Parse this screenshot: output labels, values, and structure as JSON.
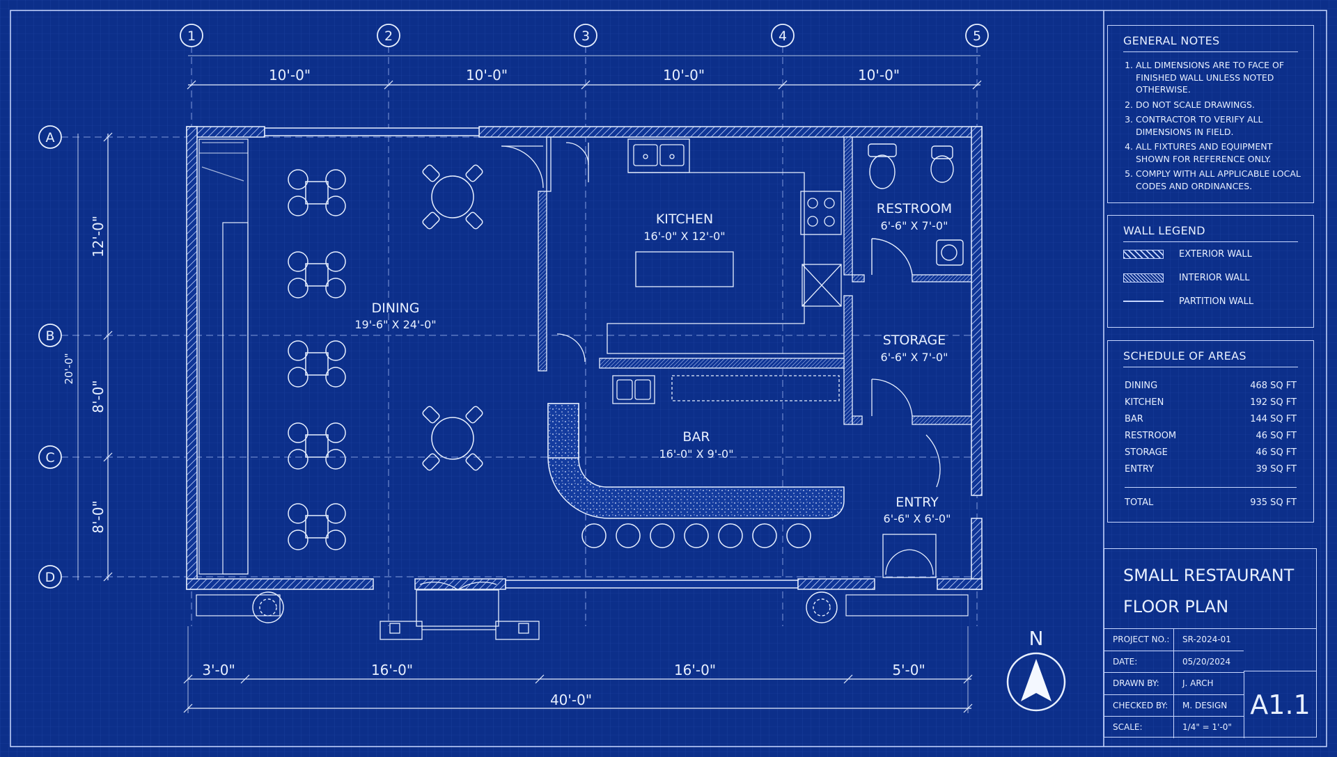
{
  "grid": {
    "columns": [
      "1",
      "2",
      "3",
      "4",
      "5"
    ],
    "rows": [
      "A",
      "B",
      "C",
      "D"
    ],
    "top_dims": [
      "10'-0\"",
      "10'-0\"",
      "10'-0\"",
      "10'-0\""
    ],
    "left_dims": [
      "12'-0\"",
      "8'-0\"",
      "8'-0\""
    ],
    "left_overall": "20'-0\"",
    "bottom_dims": [
      "3'-0\"",
      "16'-0\"",
      "16'-0\"",
      "5'-0\""
    ],
    "bottom_overall": "40'-0\""
  },
  "rooms": [
    {
      "name": "DINING",
      "size": "19'-6\" X 24'-0\""
    },
    {
      "name": "KITCHEN",
      "size": "16'-0\" X 12'-0\""
    },
    {
      "name": "RESTROOM",
      "size": "6'-6\" X 7'-0\""
    },
    {
      "name": "STORAGE",
      "size": "6'-6\" X 7'-0\""
    },
    {
      "name": "BAR",
      "size": "16'-0\" X 9'-0\""
    },
    {
      "name": "ENTRY",
      "size": "6'-6\" X 6'-0\""
    }
  ],
  "north_label": "N",
  "general_notes": {
    "title": "GENERAL NOTES",
    "items": [
      "ALL DIMENSIONS ARE TO FACE OF FINISHED WALL UNLESS NOTED OTHERWISE.",
      "DO NOT SCALE DRAWINGS.",
      "CONTRACTOR TO VERIFY ALL DIMENSIONS IN FIELD.",
      "ALL FIXTURES AND EQUIPMENT SHOWN FOR REFERENCE ONLY.",
      "COMPLY WITH ALL APPLICABLE LOCAL CODES AND ORDINANCES."
    ]
  },
  "wall_legend": {
    "title": "WALL LEGEND",
    "items": [
      "EXTERIOR WALL",
      "INTERIOR WALL",
      "PARTITION WALL"
    ]
  },
  "schedule": {
    "title": "SCHEDULE OF AREAS",
    "rows": [
      {
        "room": "DINING",
        "area": "468 SQ FT"
      },
      {
        "room": "KITCHEN",
        "area": "192 SQ FT"
      },
      {
        "room": "BAR",
        "area": "144 SQ FT"
      },
      {
        "room": "RESTROOM",
        "area": "46 SQ FT"
      },
      {
        "room": "STORAGE",
        "area": "46 SQ FT"
      },
      {
        "room": "ENTRY",
        "area": "39 SQ FT"
      }
    ],
    "total_label": "TOTAL",
    "total_value": "935 SQ FT"
  },
  "title_block": {
    "title_line1": "SMALL RESTAURANT",
    "title_line2": "FLOOR PLAN",
    "fields": [
      {
        "key": "PROJECT NO.:",
        "value": "SR-2024-01"
      },
      {
        "key": "DATE:",
        "value": "05/20/2024"
      },
      {
        "key": "DRAWN BY:",
        "value": "J. ARCH"
      },
      {
        "key": "CHECKED BY:",
        "value": "M. DESIGN"
      },
      {
        "key": "SCALE:",
        "value": "1/4\" = 1'-0\""
      }
    ],
    "sheet": "A1.1"
  },
  "colors": {
    "background": "#0c2f8a",
    "line": "#c9d8ff",
    "text": "#e8f0ff"
  }
}
